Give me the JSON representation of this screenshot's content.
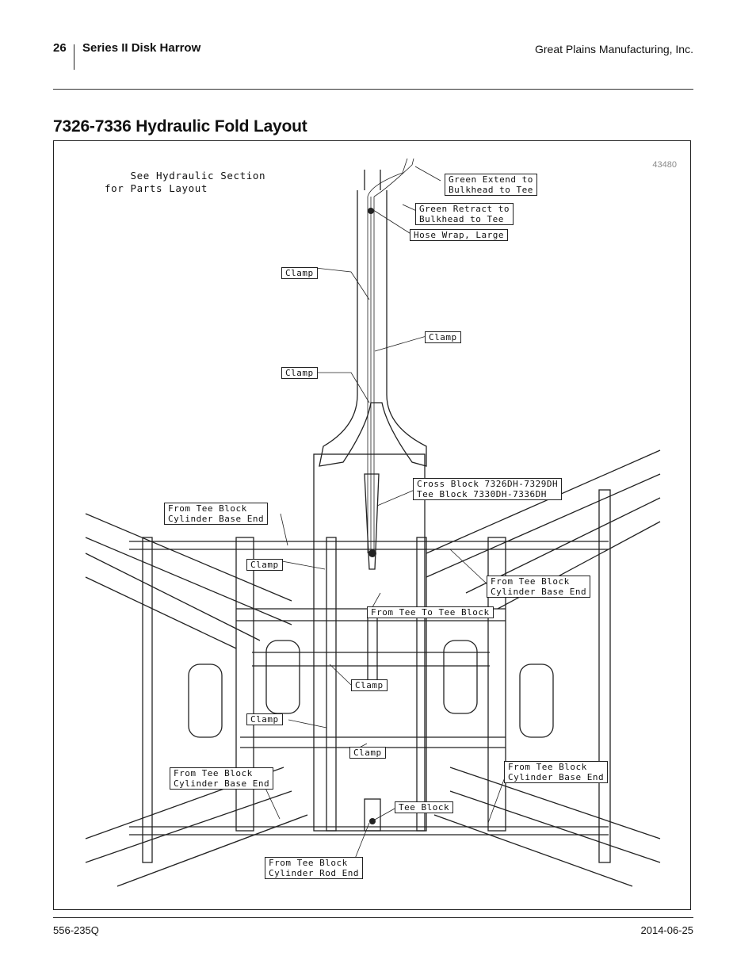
{
  "header": {
    "page_number": "26",
    "doc_title": "Series II Disk Harrow",
    "company": "Great Plains Manufacturing, Inc."
  },
  "section": {
    "title": "7326-7336 Hydraulic Fold Layout"
  },
  "figure": {
    "note_line1": "See Hydraulic Section",
    "note_line2": "for Parts Layout",
    "figure_number": "43480",
    "callouts": {
      "green_extend": "Green Extend to\nBulkhead to Tee",
      "green_retract": "Green Retract to\nBulkhead to Tee",
      "hose_wrap": "Hose Wrap, Large",
      "clamp_1": "Clamp",
      "clamp_2": "Clamp",
      "clamp_3": "Clamp",
      "cross_block": "Cross Block 7326DH-7329DH\nTee Block 7330DH-7336DH",
      "from_tee_base_left_upper": "From Tee Block\nCylinder Base End",
      "clamp_4": "Clamp",
      "from_tee_base_right_upper": "From Tee Block\nCylinder Base End",
      "from_tee_to_tee": "From Tee To Tee Block",
      "clamp_5": "Clamp",
      "clamp_6": "Clamp",
      "clamp_7": "Clamp",
      "from_tee_base_left_lower": "From Tee Block\nCylinder Base End",
      "from_tee_base_right_lower": "From Tee Block\nCylinder Base End",
      "tee_block": "Tee Block",
      "from_tee_rod": "From Tee Block\nCylinder Rod End"
    }
  },
  "footer": {
    "doc_code": "556-235Q",
    "date": "2014-06-25"
  }
}
